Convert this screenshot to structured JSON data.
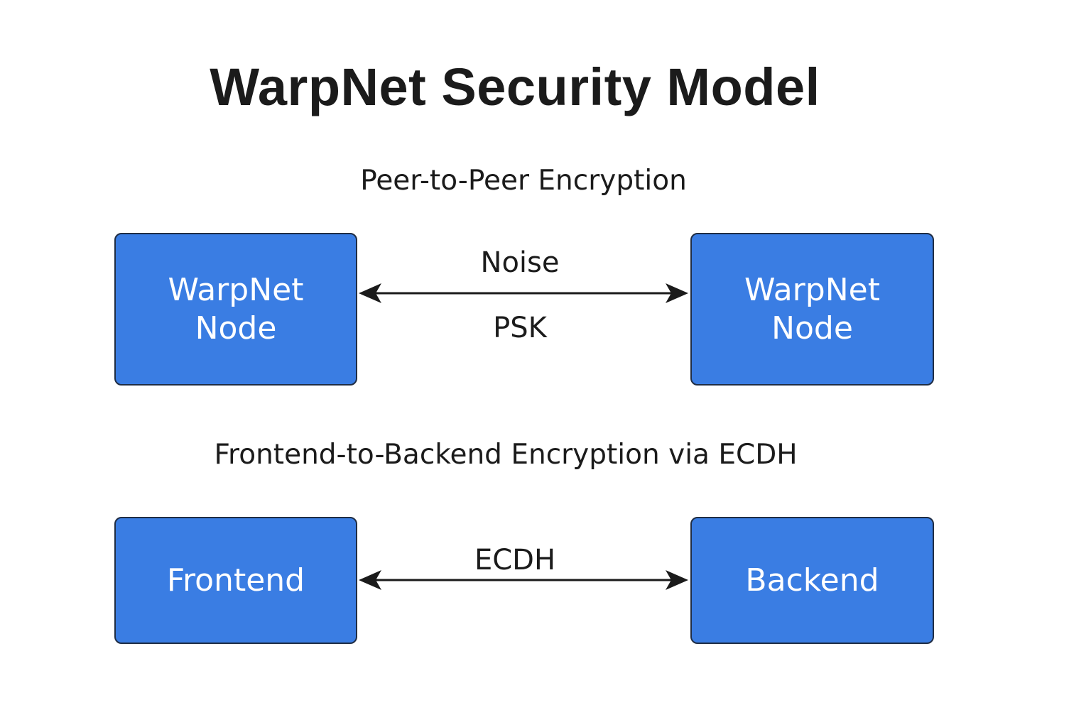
{
  "title": "WarpNet Security Model",
  "sections": {
    "p2p": {
      "heading": "Peer-to-Peer Encryption",
      "left_node": [
        "WarpNet",
        "Node"
      ],
      "right_node": [
        "WarpNet",
        "Node"
      ],
      "edge_label_top": "Noise",
      "edge_label_bottom": "PSK"
    },
    "frontend_backend": {
      "heading": "Frontend-to-Backend Encryption via ECDH",
      "left_node": "Frontend",
      "right_node": "Backend",
      "edge_label": "ECDH"
    }
  },
  "colors": {
    "node_fill": "#3a7de3",
    "node_border": "#1f2d44",
    "node_text": "#ffffff",
    "arrow": "#1b1b1b"
  }
}
